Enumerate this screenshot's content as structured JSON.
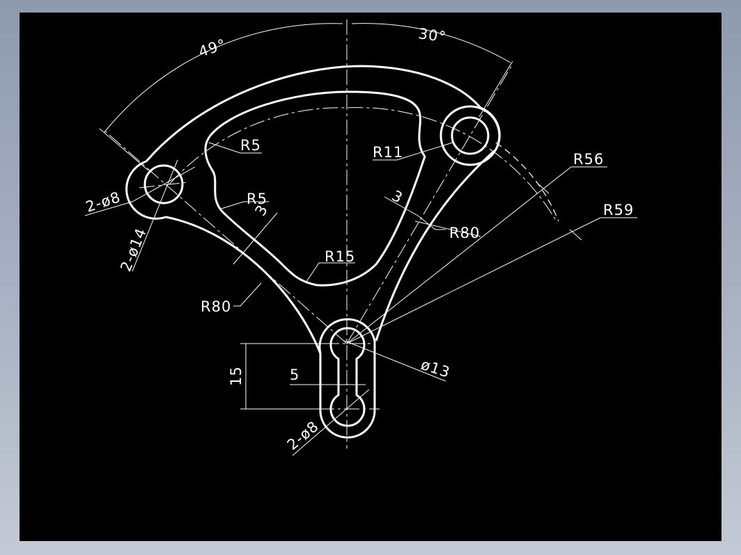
{
  "colors": {
    "background": "#000000",
    "lines": "#ffffff",
    "frame": "#9aa4b6"
  },
  "dimensions": {
    "angle_left": "49°",
    "angle_right": "30°",
    "r5_top": "R5",
    "r5_mid": "R5",
    "r11": "R11",
    "r56": "R56",
    "r59": "R59",
    "two_phi8_left": "2-ø8",
    "two_phi14": "2-ø14",
    "three_left": "3",
    "three_right": "3",
    "r80_right": "R80",
    "r80_left": "R80",
    "r15": "R15",
    "phi13": "ø13",
    "fifteen": "15",
    "five": "5",
    "two_phi8_bottom": "2-ø8"
  }
}
